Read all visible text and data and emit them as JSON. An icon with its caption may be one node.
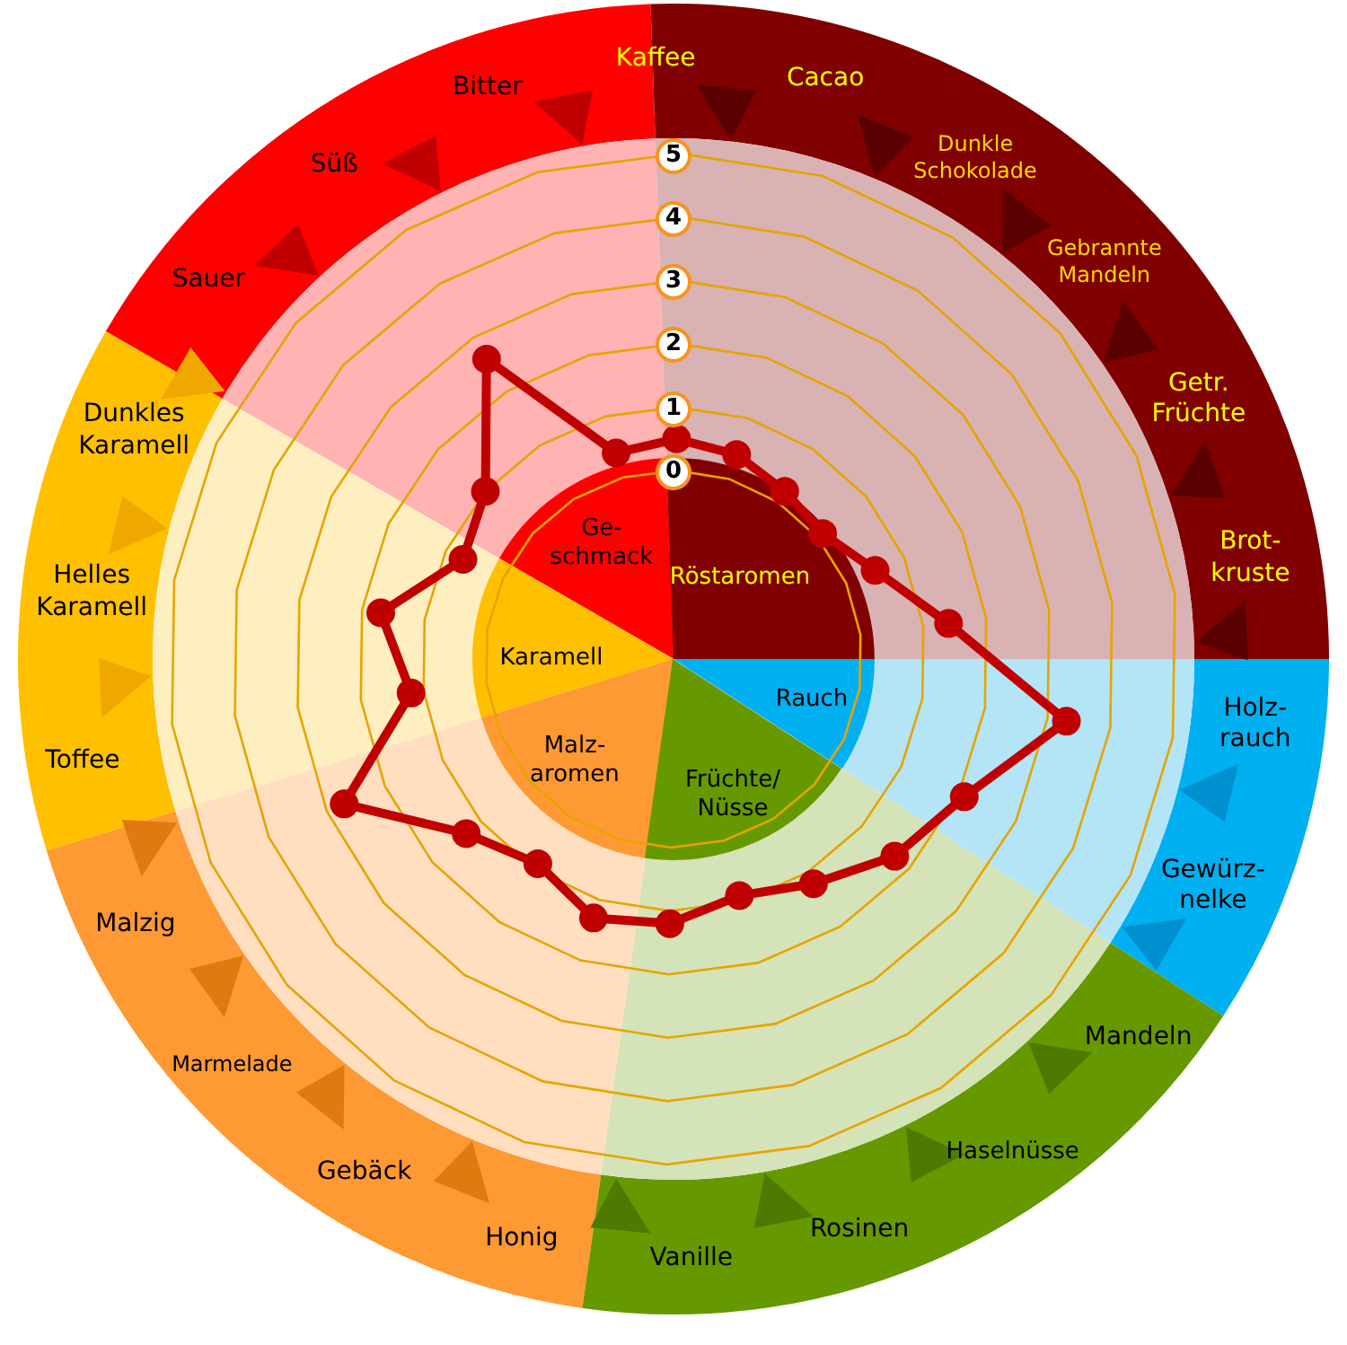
{
  "diagram": {
    "nodes": [
      {
        "text": [
          "Ge-schmack"
        ]
      },
      {
        "text": [
          "Röstaromen"
        ]
      },
      {
        "text": [
          "Karamell"
        ]
      },
      {
        "text": [
          "Rauch"
        ]
      },
      {
        "text": [
          "Malz-aromen"
        ]
      },
      {
        "text": [
          "Früchte/ Nüsse"
        ]
      }
    ],
    "labels": [
      "Kaffee",
      "Cacao",
      "Dunkle Schokolade",
      "Gebrannte Mandeln",
      "Getr. Früchte",
      "Brot-kruste",
      "Holz-rauch",
      "Gewürz-nelke",
      "Mandeln",
      "Haselnüsse",
      "Rosinen",
      "Vanille",
      "Honig",
      "Gebäck",
      "Marmelade",
      "Malzig",
      "Toffee",
      "Helles Karamell",
      "Dunkles Karamell",
      "Sauer",
      "Süß",
      "Bitter",
      "5",
      "4",
      "3",
      "2",
      "1",
      "0"
    ]
  }
}
